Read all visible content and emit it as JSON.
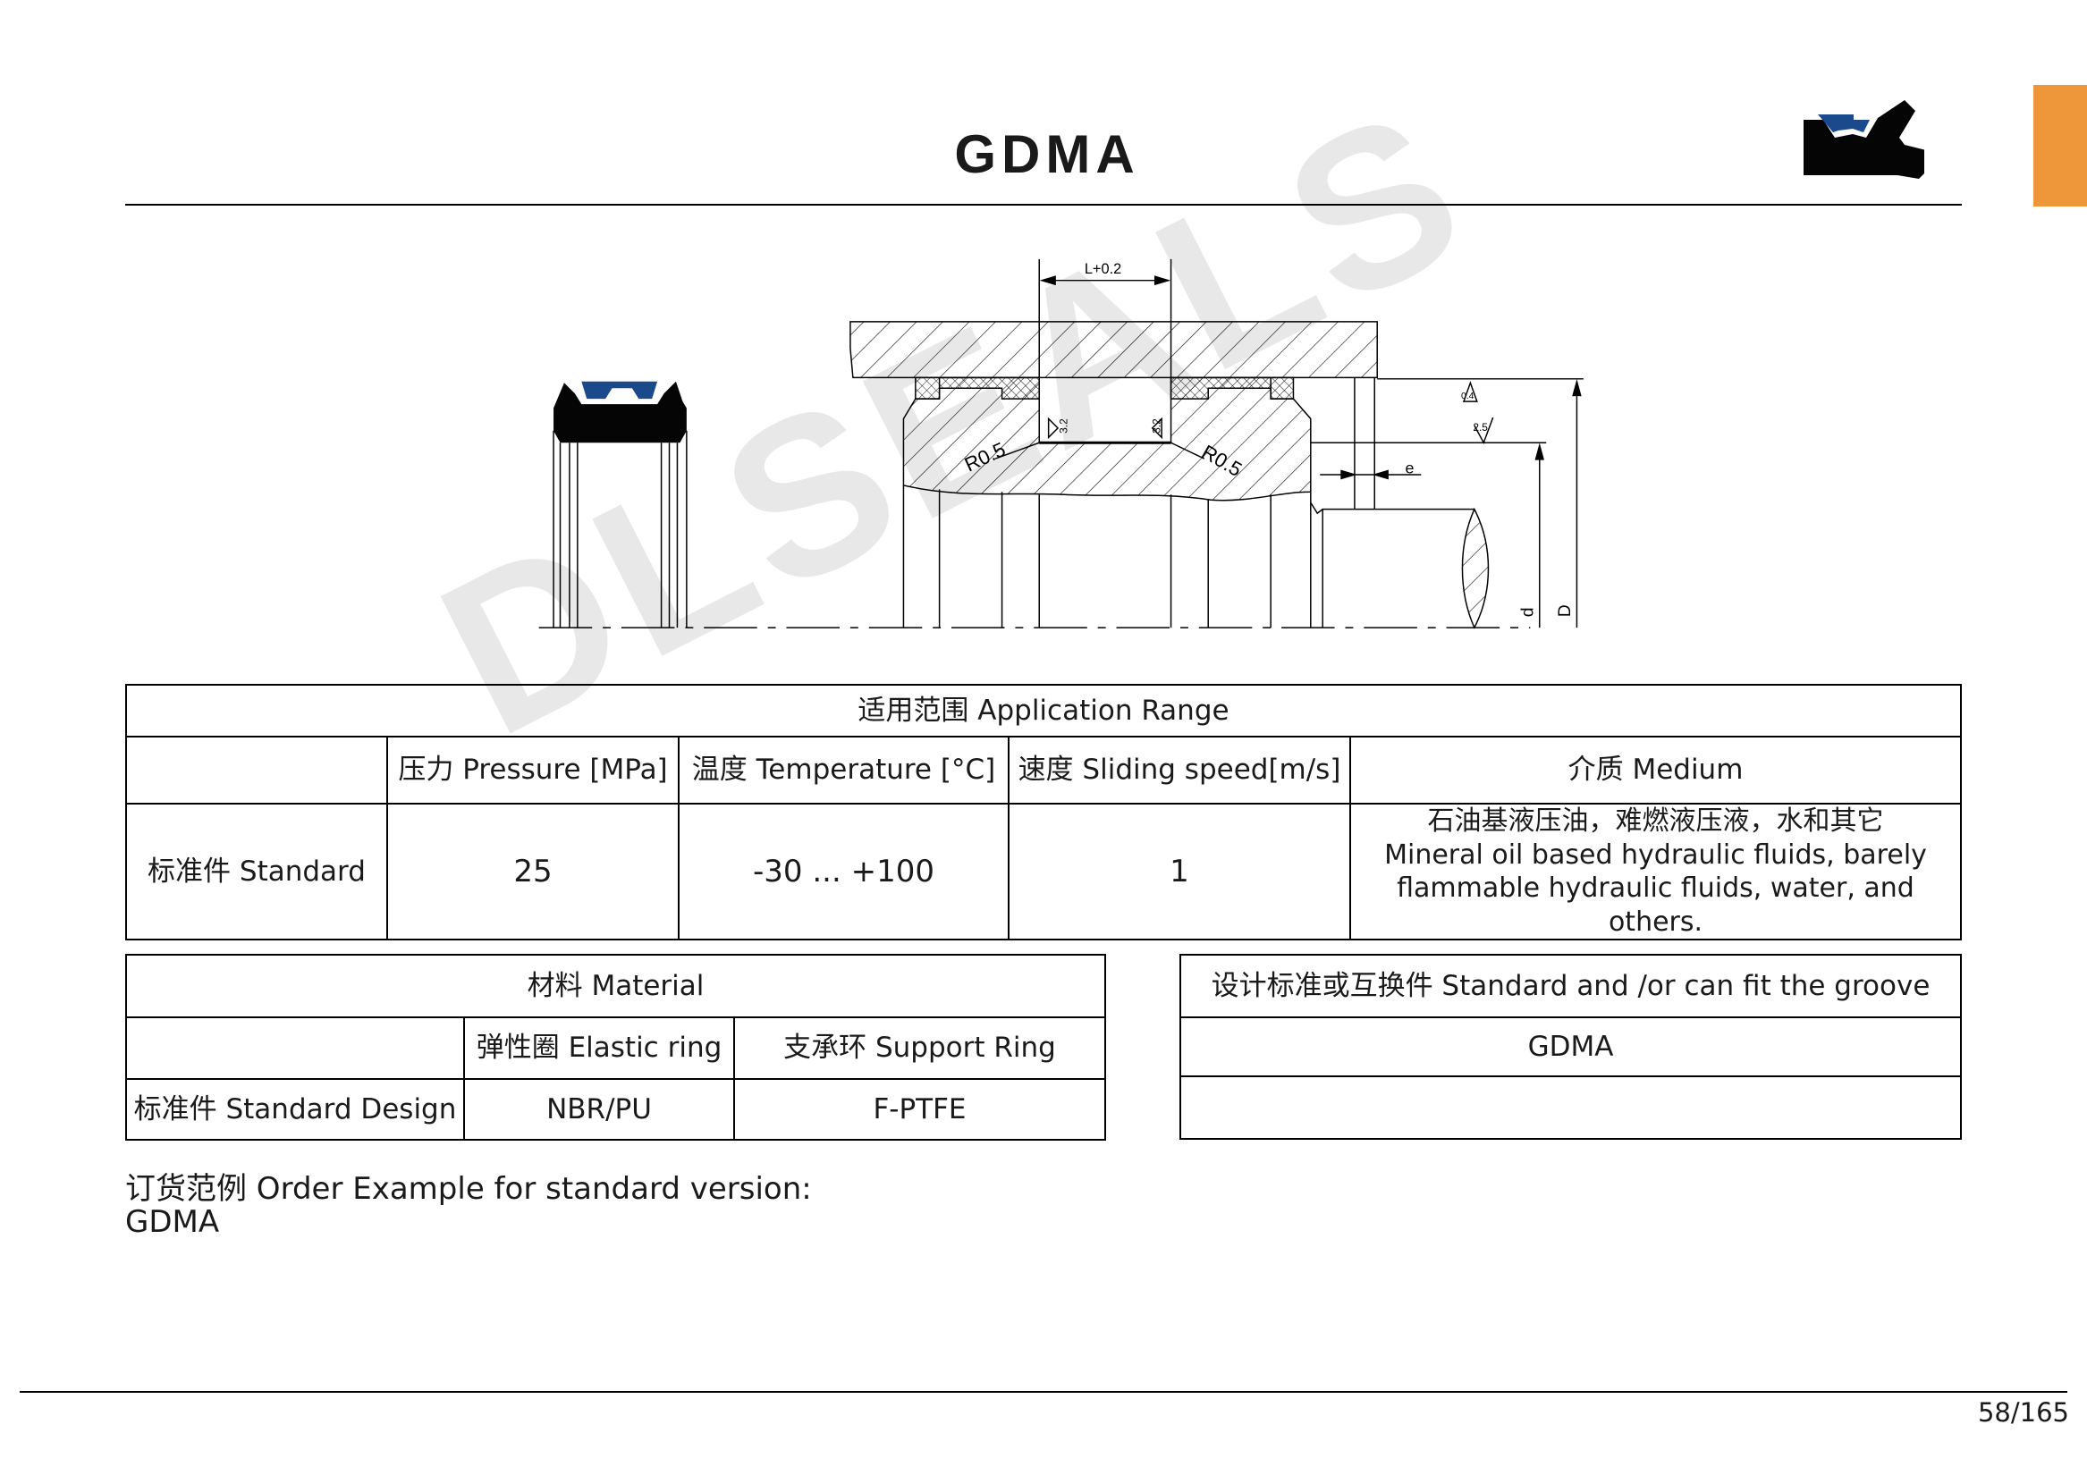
{
  "header": {
    "title": "GDMA",
    "accent_color": "#ee963a"
  },
  "watermark": "DLSEALS",
  "drawing": {
    "dim_L": "L+0.2",
    "radius_left": "R0.5",
    "radius_right": "R0.5",
    "roughness_left": "3.2",
    "roughness_right": "3.2",
    "roughness_top": "0.4",
    "roughness_mid": "2.5",
    "dim_e": "e",
    "dim_d": "d",
    "dim_D": "D"
  },
  "application": {
    "title": "适用范围 Application Range",
    "headers": [
      "",
      "压力 Pressure [MPa]",
      "温度 Temperature  [°C]",
      "速度 Sliding speed[m/s]",
      "介质 Medium"
    ],
    "row": {
      "label": "标准件 Standard",
      "pressure": "25",
      "temperature": "-30 ... +100",
      "speed": "1",
      "medium_cn": "石油基液压油，难燃液压液，水和其它",
      "medium_en1": "Mineral oil based hydraulic fluids, barely",
      "medium_en2": "flammable hydraulic fluids, water, and others."
    }
  },
  "material": {
    "title": "材料 Material",
    "headers": [
      "",
      "弹性圈 Elastic ring",
      "支承环 Support Ring"
    ],
    "row": {
      "label": "标准件 Standard Design",
      "elastic": "NBR/PU",
      "support": "F-PTFE"
    }
  },
  "standard": {
    "title": "设计标准或互换件 Standard and /or can fit the groove",
    "value": "GDMA",
    "empty": ""
  },
  "order": {
    "label": "订货范例 Order Example for standard version:",
    "example": "GDMA"
  },
  "footer": {
    "page": "58/165"
  }
}
